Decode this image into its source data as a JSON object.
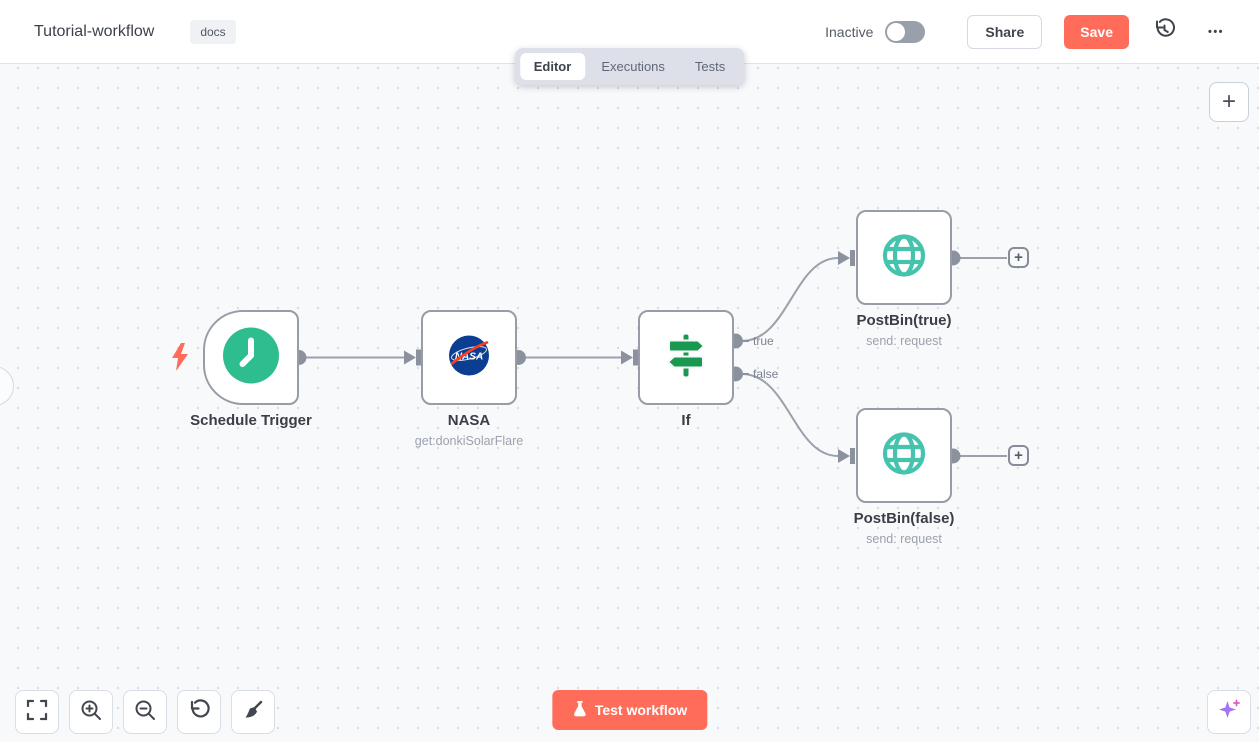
{
  "header": {
    "title": "Tutorial-workflow",
    "tag": "docs",
    "activation": {
      "label": "Inactive",
      "state": "off"
    },
    "share_label": "Share",
    "save_label": "Save"
  },
  "tabs": {
    "items": [
      {
        "label": "Editor",
        "active": true
      },
      {
        "label": "Executions",
        "active": false
      },
      {
        "label": "Tests",
        "active": false
      }
    ]
  },
  "workflow": {
    "nodes": [
      {
        "name": "Schedule Trigger",
        "icon": "clock-icon",
        "kind": "trigger"
      },
      {
        "name": "NASA",
        "subtitle": "get:donkiSolarFlare",
        "icon": "nasa-logo-icon",
        "logo_text": "NASA"
      },
      {
        "name": "If",
        "icon": "signpost-icon",
        "outputs": [
          "true",
          "false"
        ]
      },
      {
        "name": "PostBin(true)",
        "subtitle": "send: request",
        "icon": "globe-icon"
      },
      {
        "name": "PostBin(false)",
        "subtitle": "send: request",
        "icon": "globe-icon"
      }
    ],
    "edge_labels": {
      "true": "true",
      "false": "false"
    }
  },
  "controls": {
    "test_button_label": "Test workflow"
  },
  "glyphs": {
    "plus": "+",
    "ellipsis": "•••"
  },
  "colors": {
    "accent": "#ff6d5a",
    "trigger_green": "#2ebd8e",
    "if_green": "#18994f",
    "globe_teal": "#46c3ad",
    "nasa_blue": "#0b3d91",
    "nasa_red": "#fc3d21",
    "connector_gray": "#8c929d"
  }
}
